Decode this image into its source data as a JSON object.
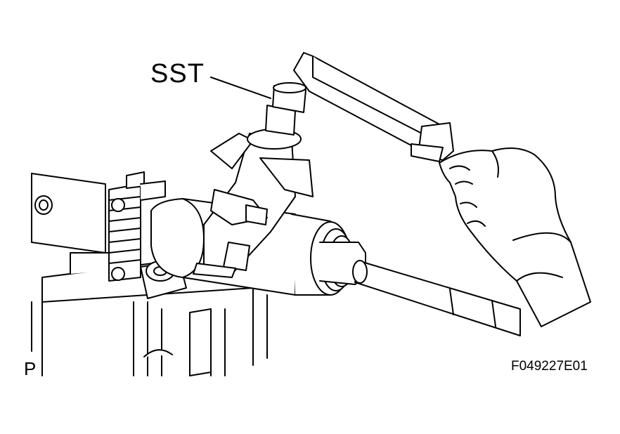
{
  "labels": {
    "tool_callout": "SST",
    "corner_mark": "P",
    "figure_code": "F049227E01"
  },
  "colors": {
    "ink": "#000000",
    "paper": "#ffffff"
  }
}
